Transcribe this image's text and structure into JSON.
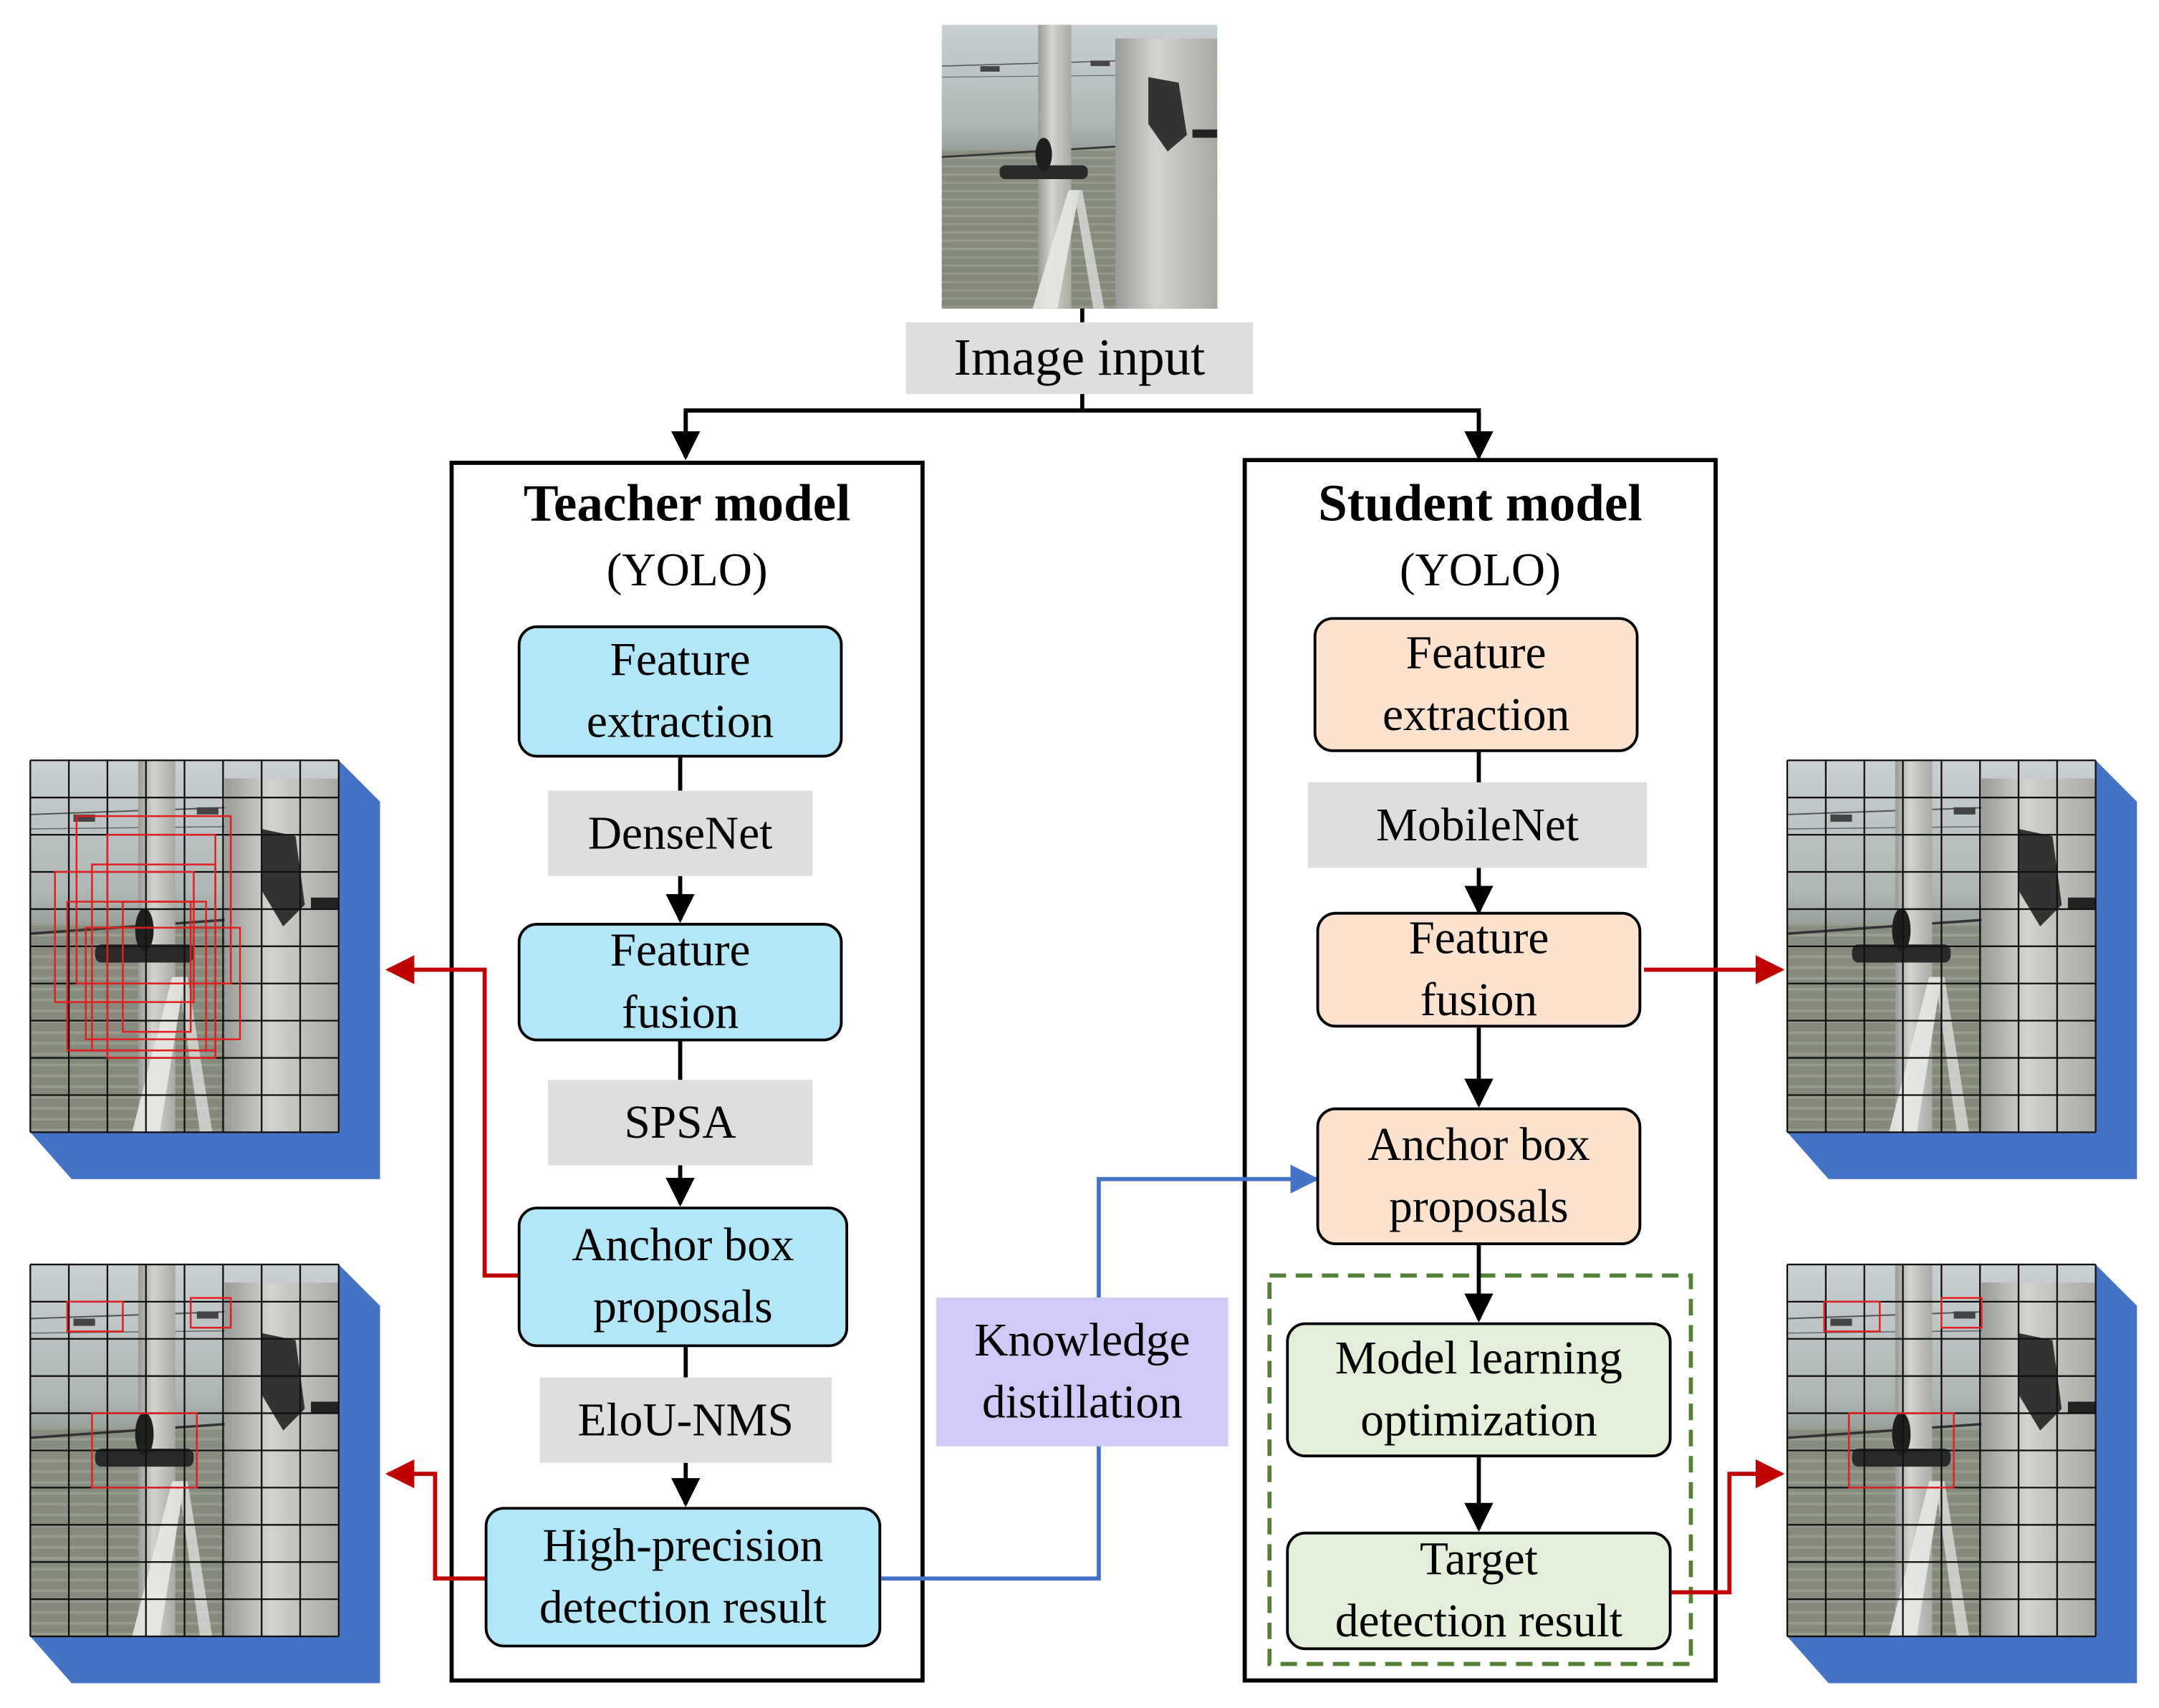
{
  "image_input": {
    "label": "Image input"
  },
  "teacher": {
    "title": "Teacher model",
    "subtitle": "(YOLO)",
    "feature_extraction": "Feature\nextraction",
    "backbone": "DenseNet",
    "feature_fusion": "Feature\nfusion",
    "attention": "SPSA",
    "anchor": "Anchor box\nproposals",
    "nms": "EloU-NMS",
    "result": "High-precision\ndetection result"
  },
  "student": {
    "title": "Student model",
    "subtitle": "(YOLO)",
    "feature_extraction": "Feature\nextraction",
    "backbone": "MobileNet",
    "feature_fusion": "Feature\nfusion",
    "anchor": "Anchor box\nproposals",
    "learning": "Model learning\noptimization",
    "result": "Target\ndetection result"
  },
  "distillation": {
    "label": "Knowledge\ndistillation"
  },
  "colors": {
    "teacher_fill": "#b3e6f7",
    "student_fill": "#fde2cf",
    "optimization_fill": "#e3efd9",
    "step_fill": "#dedede",
    "distillation_fill": "#cfcaf6",
    "output_arrow": "#c00000",
    "distillation_arrow": "#4472c4",
    "optimization_border": "#548235",
    "grid_stack": "#4472c4",
    "detection_box": "#e02020"
  }
}
